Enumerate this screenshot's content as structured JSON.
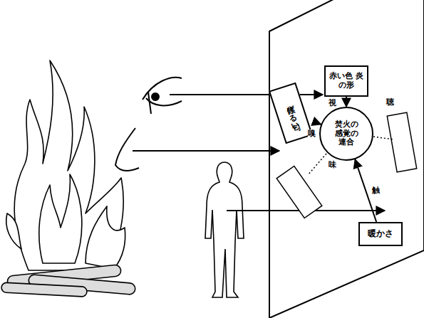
{
  "diagram": {
    "nodes": [
      {
        "text": [
          "赤い色 炎の形"
        ]
      },
      {
        "text": [
          "焦げる匂い"
        ]
      },
      {
        "text": [
          "焚火の感覚の連合"
        ]
      },
      {
        "text": [
          "暖かさ"
        ]
      }
    ],
    "edges": [
      {
        "from": 0,
        "to": 2,
        "arrow": "to"
      },
      {
        "from": 1,
        "to": 2,
        "arrow": "to"
      },
      {
        "from": 3,
        "to": 2,
        "arrow": "to"
      }
    ],
    "labels": [
      "視",
      "嗅",
      "聴",
      "味",
      "触"
    ]
  }
}
